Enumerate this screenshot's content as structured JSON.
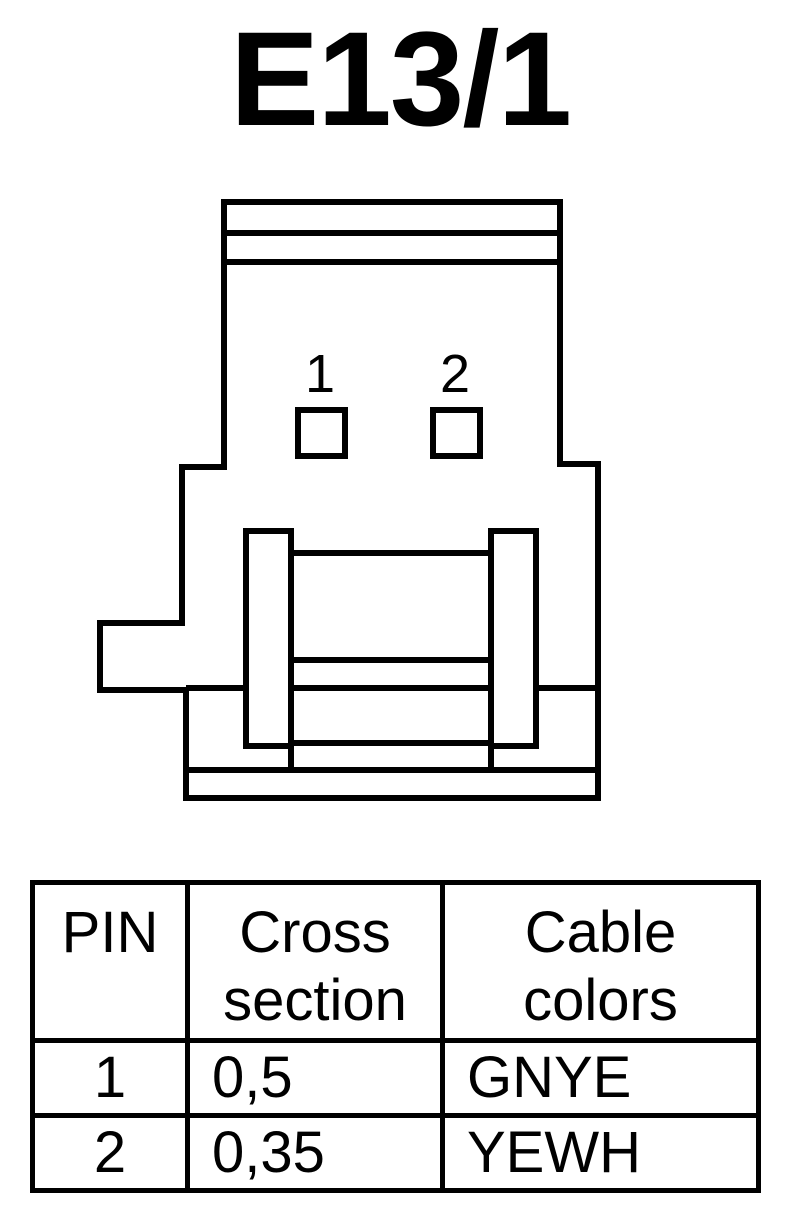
{
  "title": "E13/1",
  "connector": {
    "pin_labels": [
      "1",
      "2"
    ]
  },
  "pin_table": {
    "headers": [
      [
        "PIN"
      ],
      [
        "Cross",
        "section"
      ],
      [
        "Cable",
        "colors"
      ]
    ],
    "rows": [
      {
        "pin": "1",
        "cross_section": "0,5",
        "cable_color": "GNYE"
      },
      {
        "pin": "2",
        "cross_section": "0,35",
        "cable_color": "YEWH"
      }
    ]
  }
}
